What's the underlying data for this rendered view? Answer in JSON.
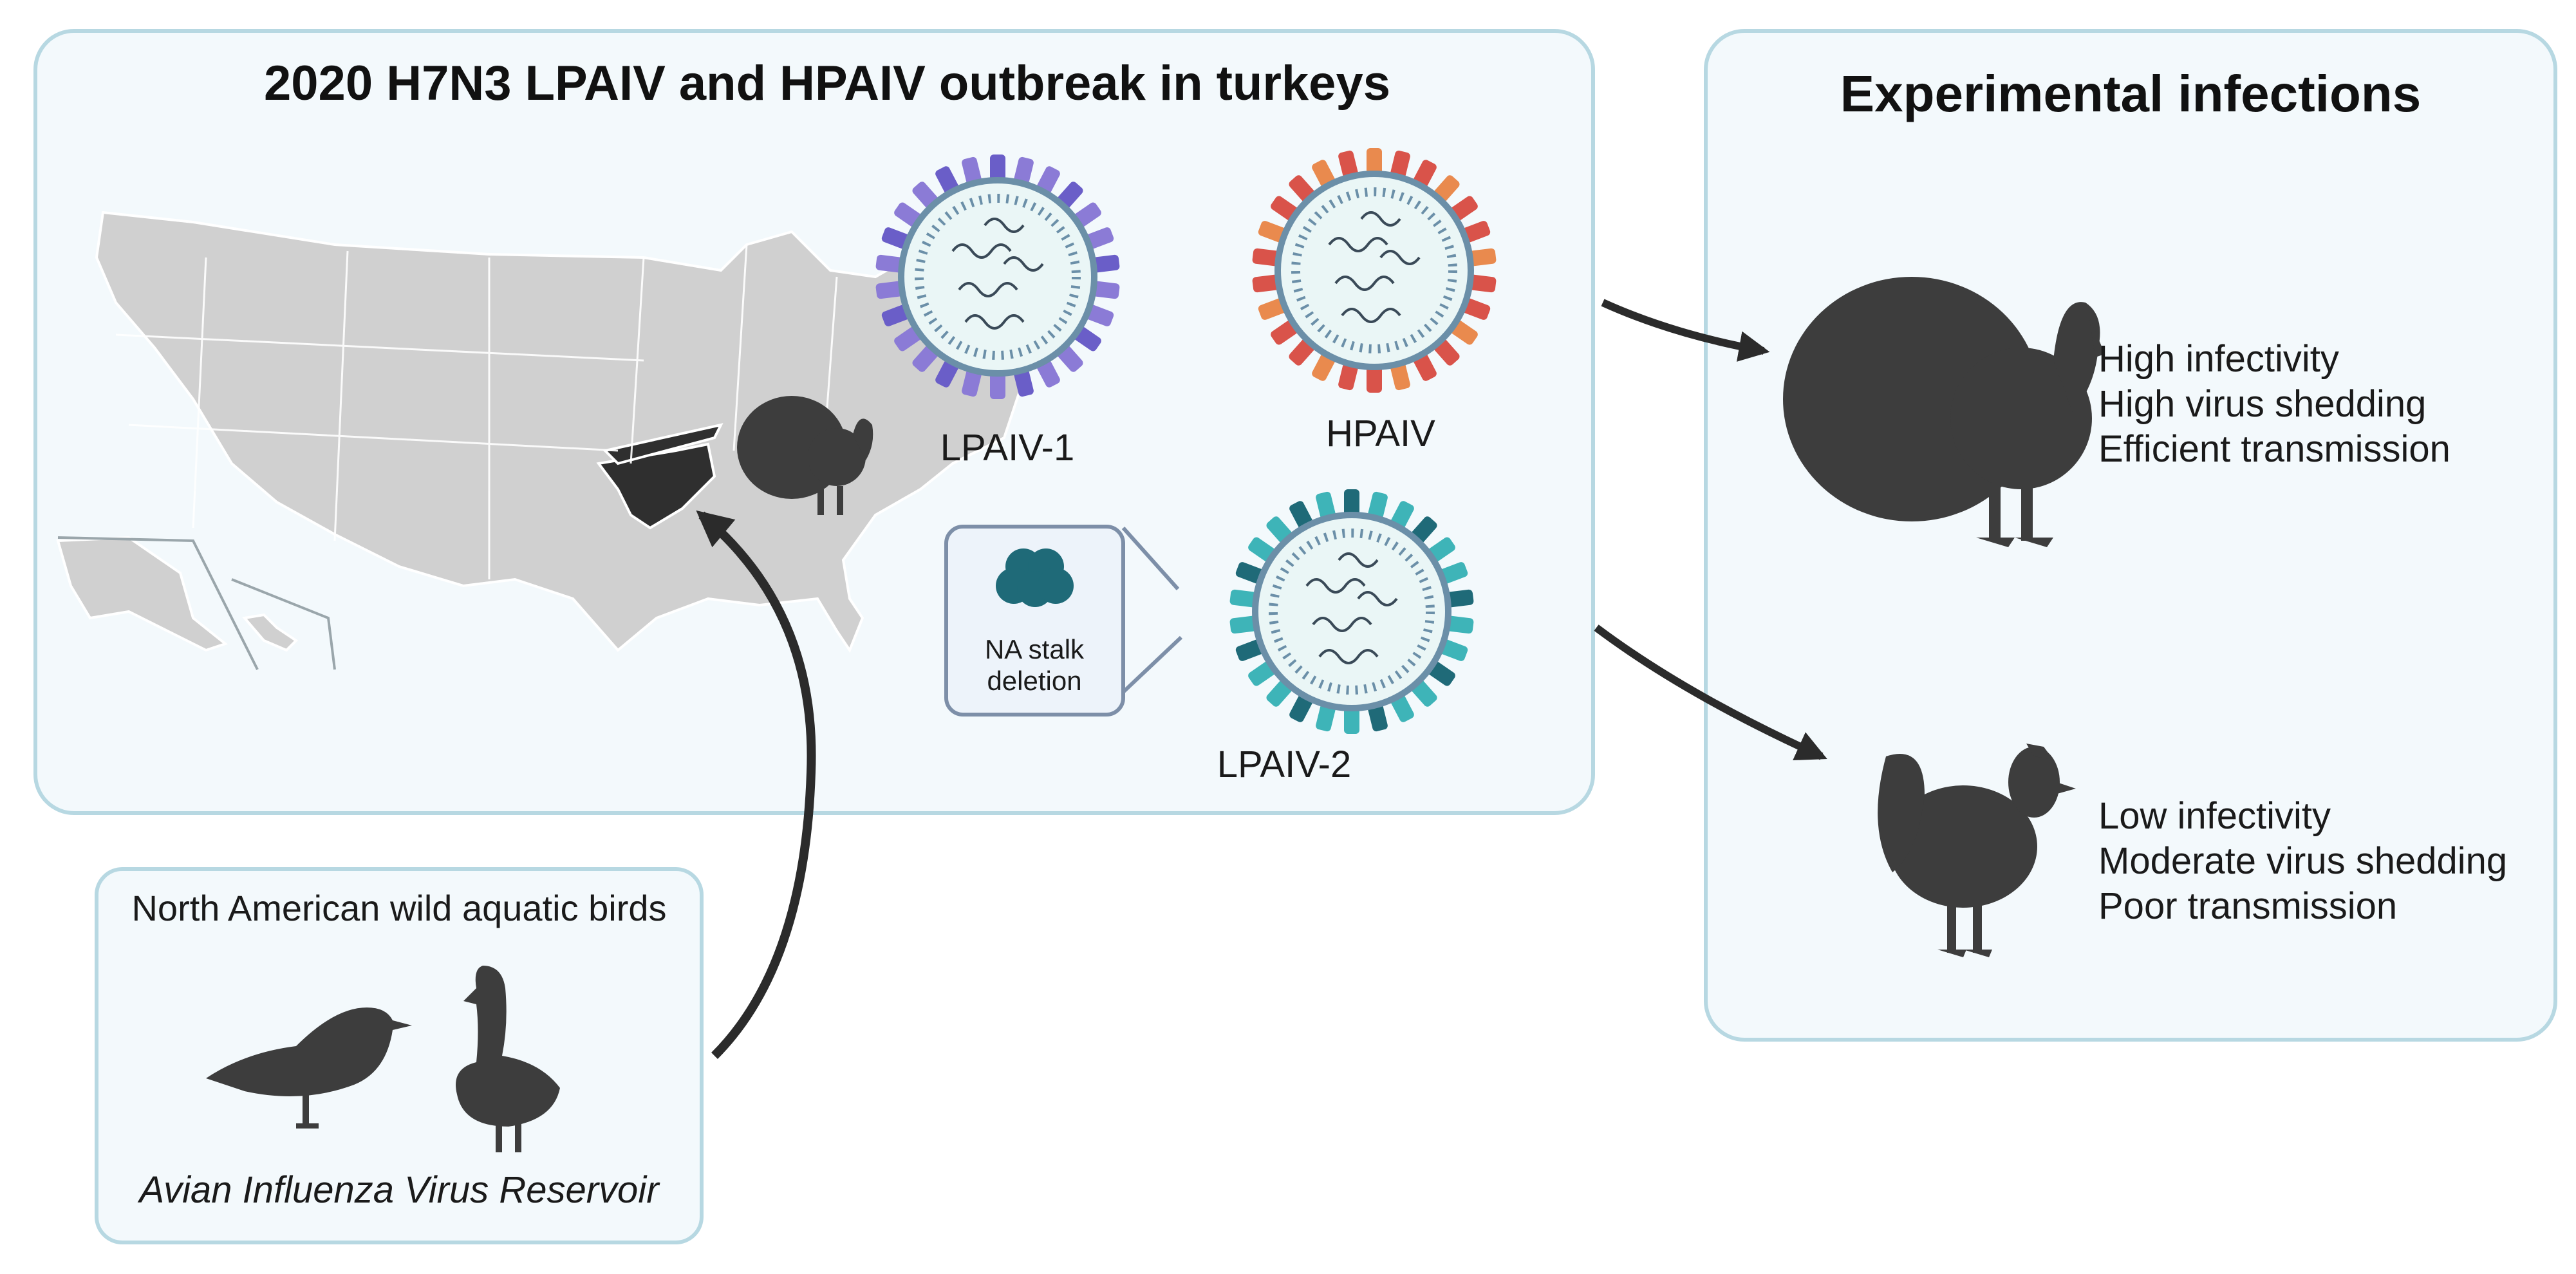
{
  "outbreak_panel": {
    "title": "2020 H7N3 LPAIV and HPAIV outbreak in turkeys"
  },
  "viruses": {
    "lpaiv1": {
      "label": "LPAIV-1",
      "color": "#8b7bd6",
      "accent": "#6a5ec8"
    },
    "hpaiv": {
      "label": "HPAIV",
      "color": "#d9534a",
      "accent": "#e98a4e"
    },
    "lpaiv2": {
      "label": "LPAIV-2",
      "color": "#3eb4b8",
      "accent": "#1f6a78"
    }
  },
  "callout": {
    "line1": "NA stalk",
    "line2": "deletion"
  },
  "experimental_panel": {
    "title": "Experimental infections",
    "turkey_outcomes": [
      "High infectivity",
      "High virus shedding",
      "Efficient transmission"
    ],
    "chicken_outcomes": [
      "Low infectivity",
      "Moderate virus shedding",
      "Poor transmission"
    ]
  },
  "reservoir_panel": {
    "title": "North American wild aquatic birds",
    "caption": "Avian Influenza Virus Reservoir"
  },
  "colors": {
    "panel_fill": "#f3f9fc",
    "panel_stroke": "#b7d8e2",
    "silhouette": "#3d3d3d",
    "map": "#d0d0d0"
  }
}
